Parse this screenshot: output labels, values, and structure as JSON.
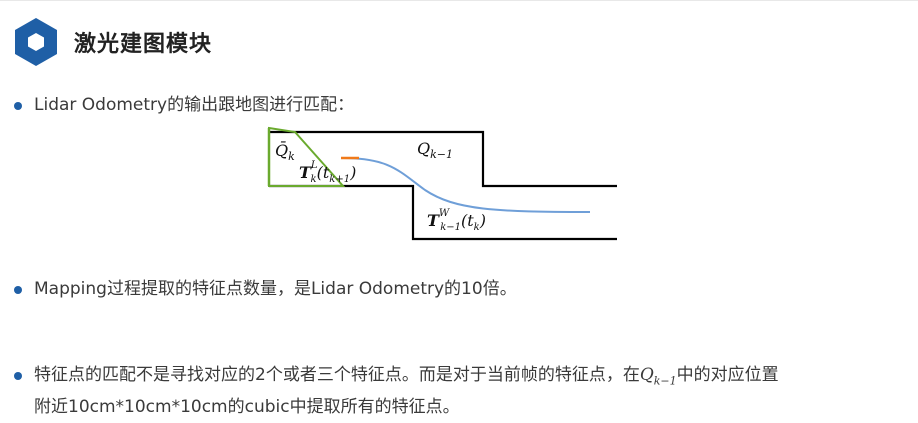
{
  "header": {
    "title": "激光建图模块",
    "icon": "hexagon-icon",
    "icon_color": "#1f5fa6"
  },
  "bullets": {
    "item1": "Lidar Odometry的输出跟地图进行匹配：",
    "item2": "Mapping过程提取的特征点数量，是Lidar Odometry的10倍。",
    "item3_before": "特征点的匹配不是寻找对应的2个或者三个特征点。而是对于当前帧的特征点，在",
    "item3_math": "Q",
    "item3_math_sub": "k−1",
    "item3_after": "中的对应位置",
    "item3_line2": "附近10cm*10cm*10cm的cubic中提取所有的特征点。"
  },
  "diagram": {
    "q_bar_k": "Q̄",
    "q_bar_k_sub": "k",
    "q_k_minus_1": "Q",
    "q_k_minus_1_sub": "k−1",
    "t_k_l": "T",
    "t_k_l_sup": "L",
    "t_k_l_sub": "k",
    "t_k_l_arg": "(t",
    "t_k_l_arg_sub": "k+1",
    "t_k_l_close": ")",
    "t_km1_w": "T",
    "t_km1_w_sup": "W",
    "t_km1_w_sub": "k−1",
    "t_km1_w_arg": "(t",
    "t_km1_w_arg_sub": "k",
    "t_km1_w_close": ")",
    "colors": {
      "outline": "#000000",
      "scan_box": "#6aaa2e",
      "trajectory": "#6f9fd8",
      "current_segment": "#f07a1a"
    }
  }
}
